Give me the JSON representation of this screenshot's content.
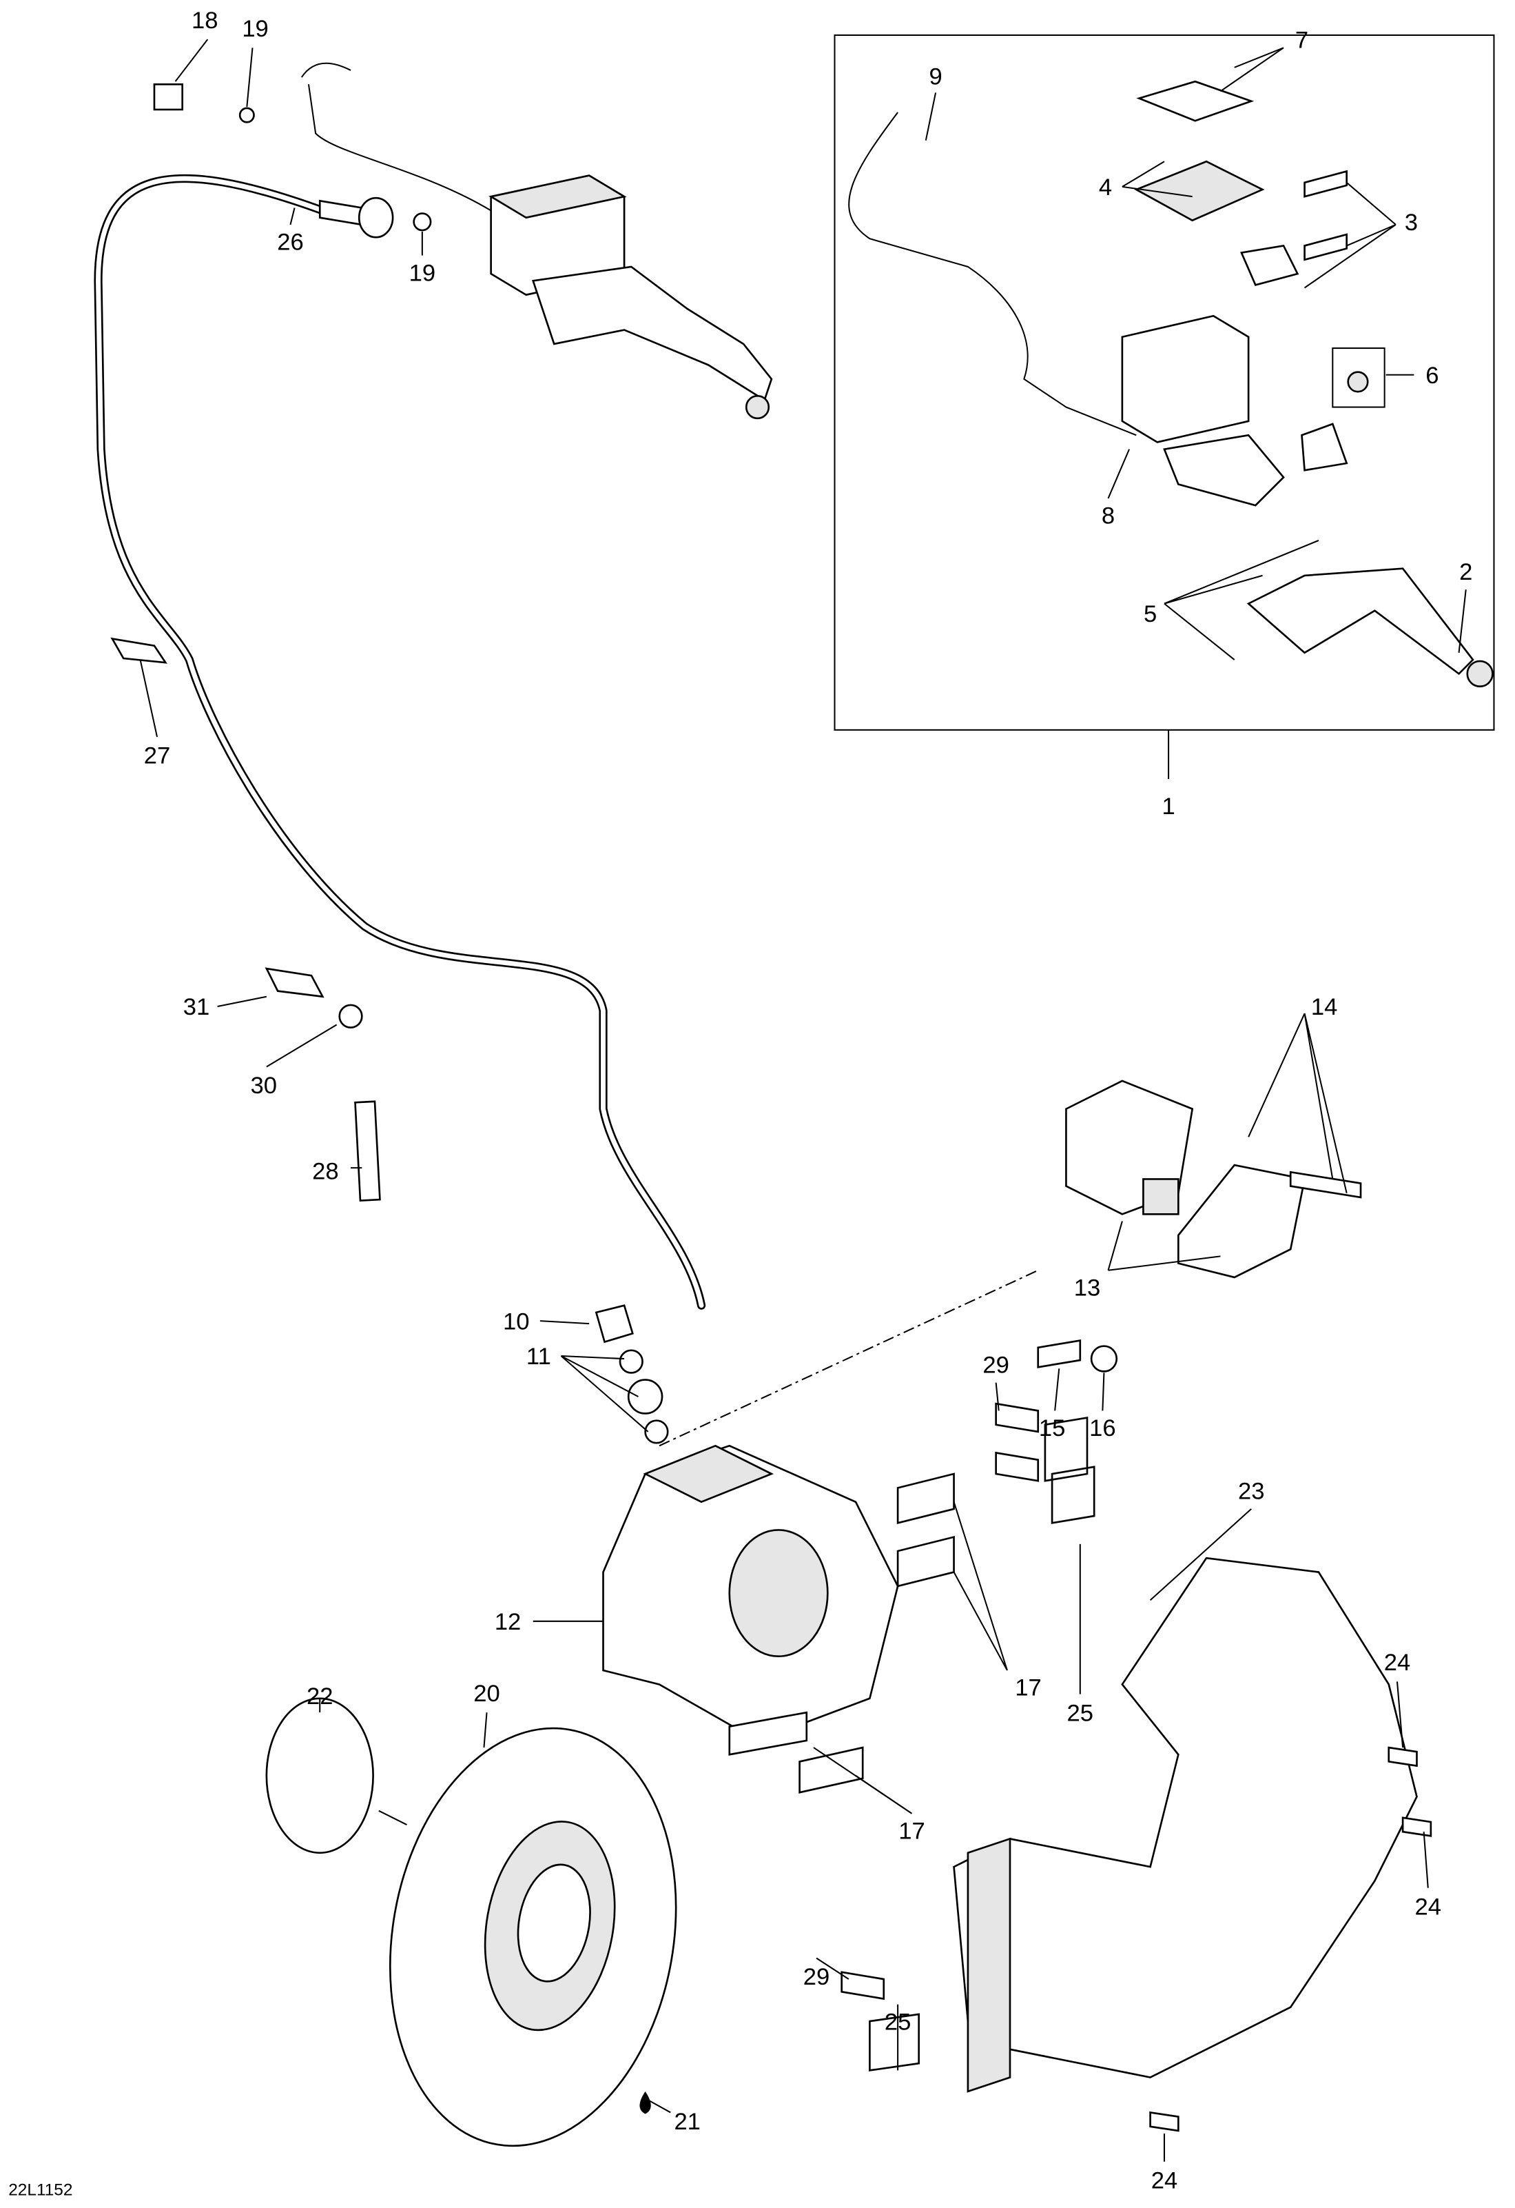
{
  "diagram_code": "22L1152",
  "callouts": {
    "c1": "1",
    "c2": "2",
    "c3": "3",
    "c4": "4",
    "c5": "5",
    "c6": "6",
    "c7": "7",
    "c8": "8",
    "c9": "9",
    "c10": "10",
    "c11": "11",
    "c12": "12",
    "c13": "13",
    "c14": "14",
    "c15": "15",
    "c16": "16",
    "c17": "17",
    "c18": "18",
    "c19": "19",
    "c20": "20",
    "c21": "21",
    "c22": "22",
    "c23": "23",
    "c24": "24",
    "c25": "25",
    "c26": "26",
    "c27": "27",
    "c28": "28",
    "c29": "29",
    "c30": "30",
    "c31": "31"
  }
}
